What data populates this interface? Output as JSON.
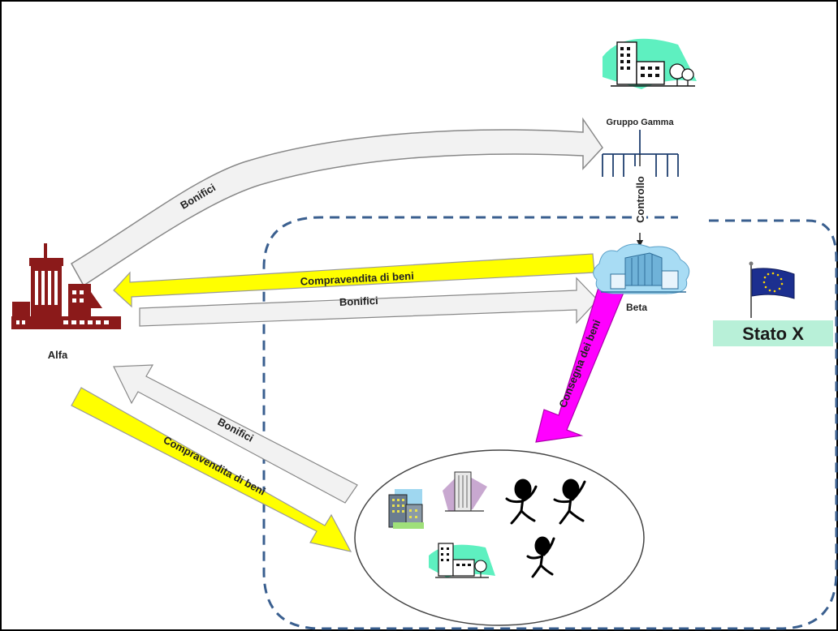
{
  "entities": {
    "alfa": "Alfa",
    "beta": "Beta",
    "gamma": "Gruppo Gamma",
    "stato": "Stato X"
  },
  "flows": {
    "bonifici_gamma": "Bonifici",
    "compravendita_beta": "Compravendita di beni",
    "bonifici_beta": "Bonifici",
    "controllo": "Controllo",
    "consegna": "Consegna dei beni",
    "bonifici_clienti": "Bonifici",
    "compravendita_clienti": "Compravendita di beni"
  },
  "colors": {
    "alfa_building": "#8b1a1a",
    "bonifici_arrow": "#f2f2f2",
    "compravendita_arrow": "#ffff00",
    "consegna_arrow": "#ff00ff",
    "boundary": "#3a5f8f",
    "stato_label_bg": "#b8f0d8"
  },
  "icons": [
    "alfa-building-icon",
    "gamma-building-icon",
    "beta-building-icon",
    "eu-flag-icon",
    "client-building-icon",
    "person-icon"
  ]
}
